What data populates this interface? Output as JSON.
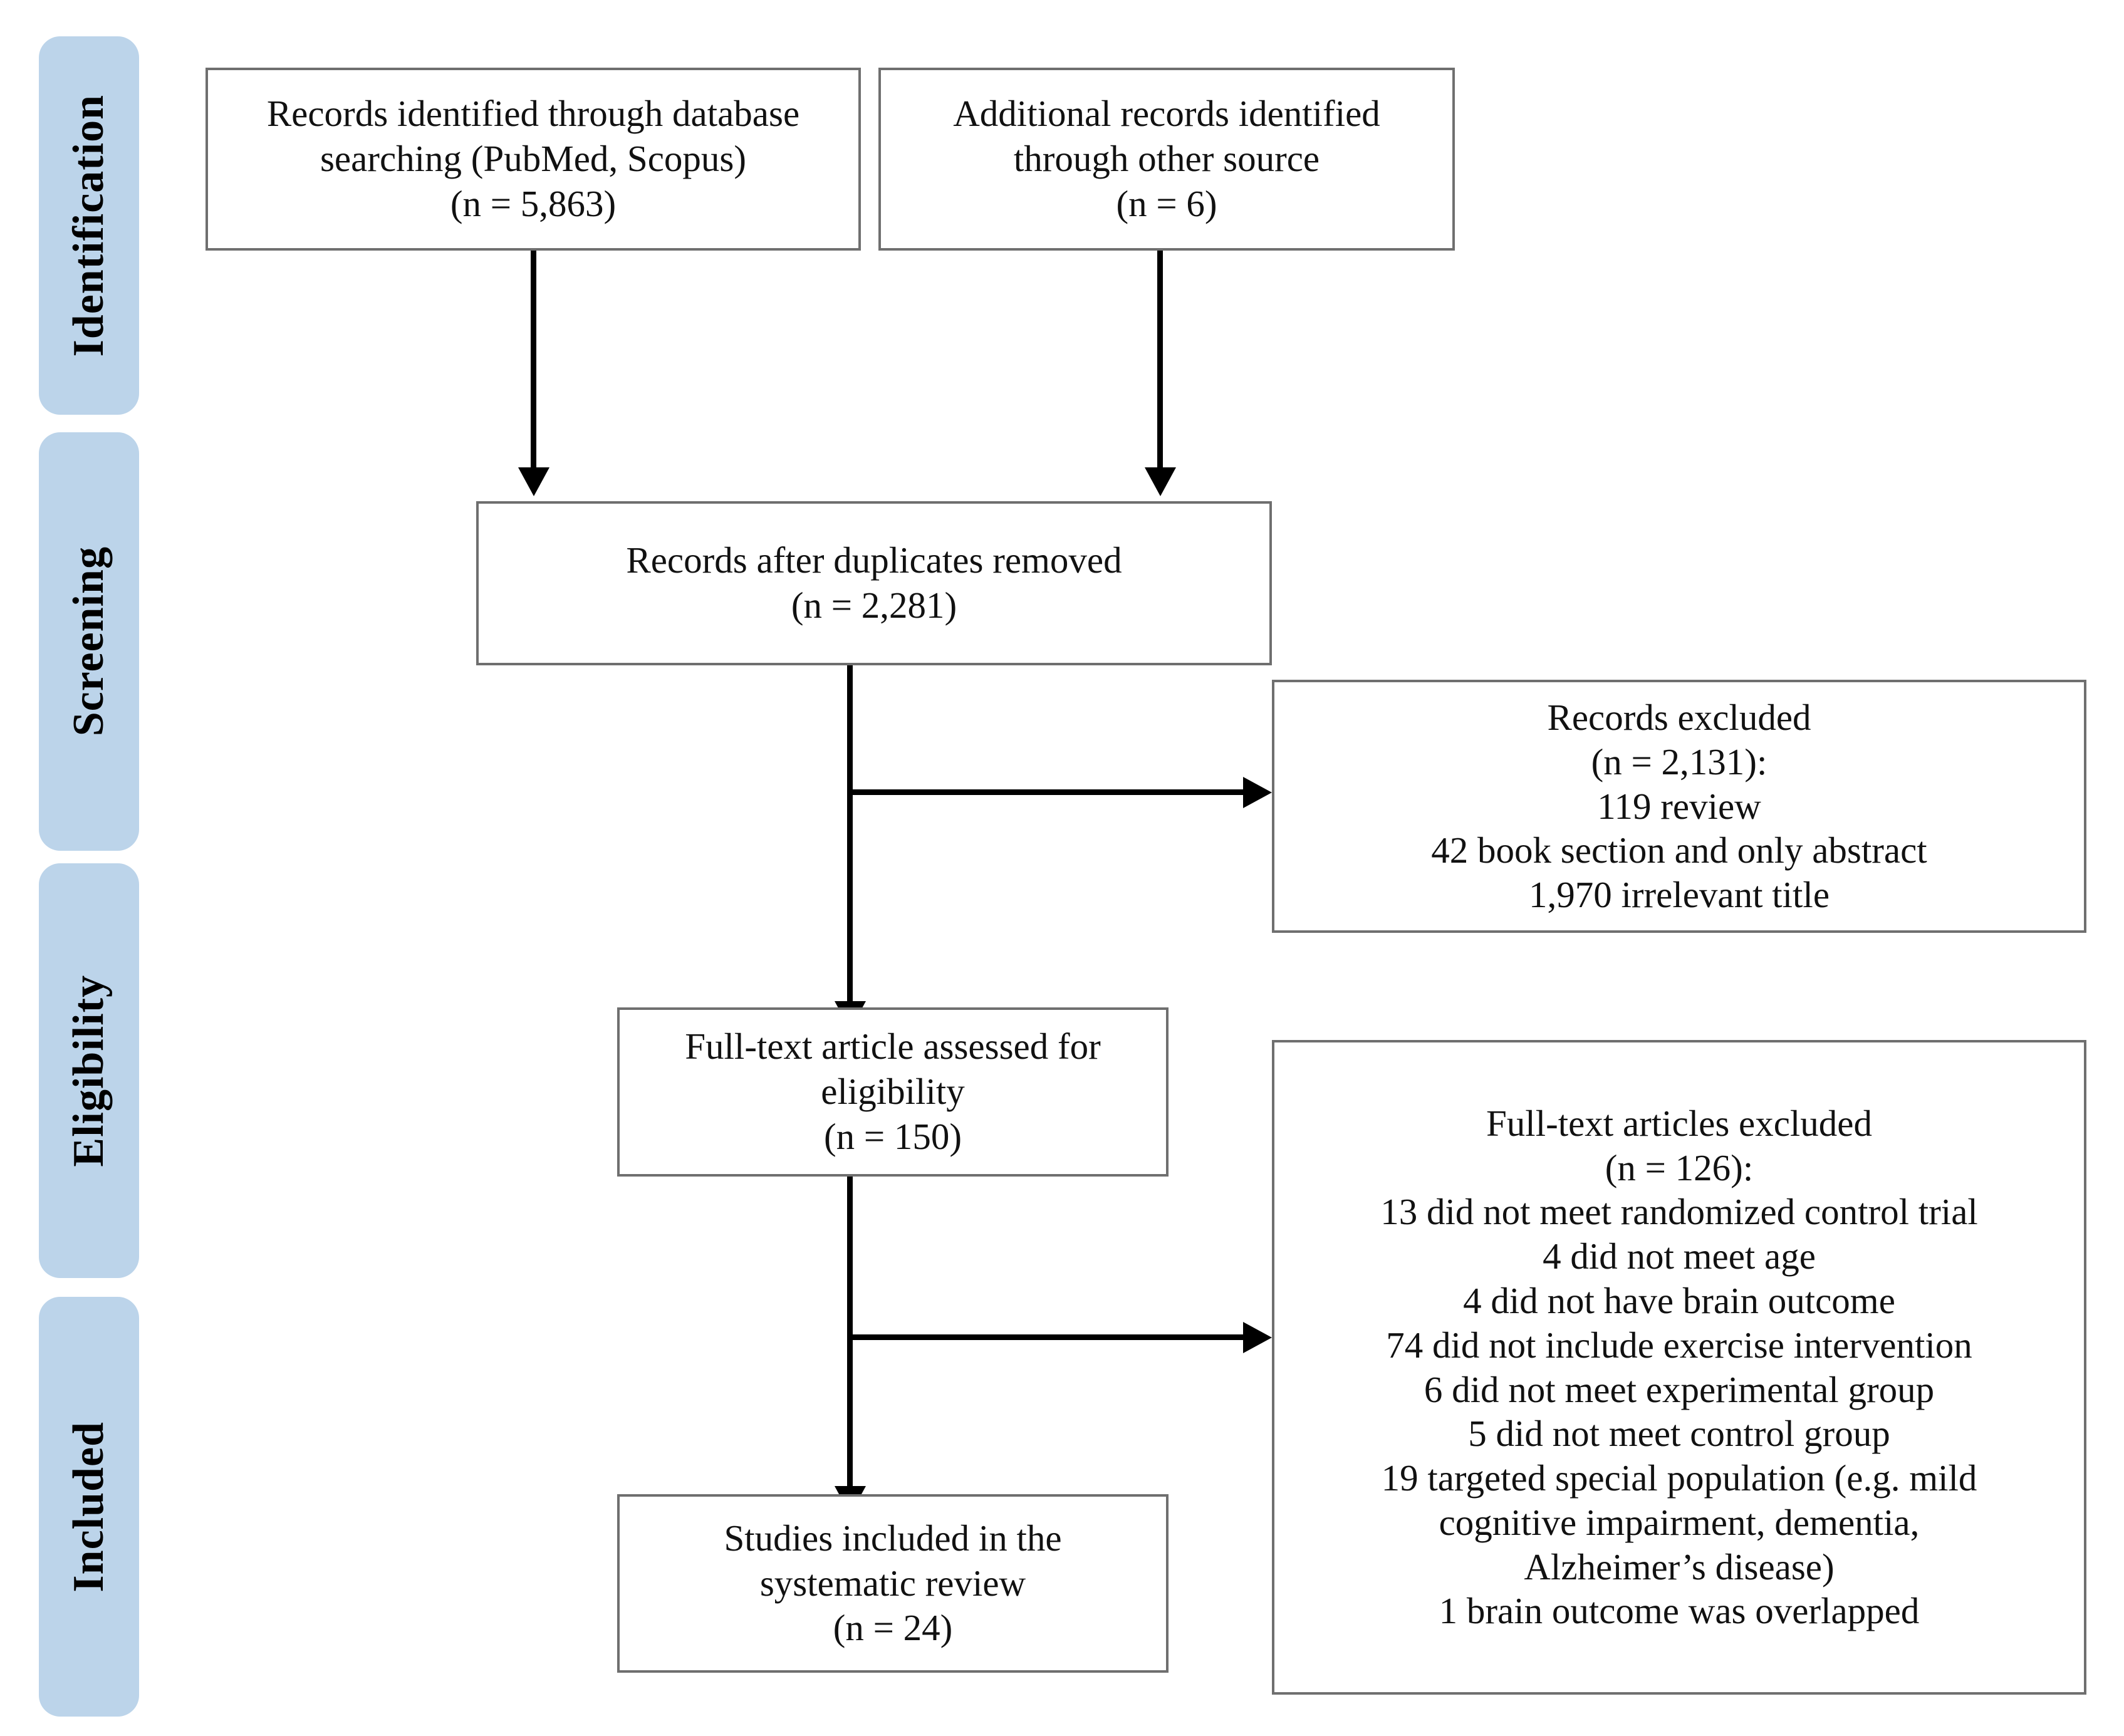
{
  "diagram": {
    "title": "PRISMA flow diagram",
    "accent_color": "#bcd4ea",
    "box_border_color": "#6f6f6f",
    "connector_color": "#000000",
    "background_color": "#ffffff"
  },
  "stages": [
    {
      "id": "identification",
      "label": "Identification"
    },
    {
      "id": "screening",
      "label": "Screening"
    },
    {
      "id": "eligibility",
      "label": "Eligibility"
    },
    {
      "id": "included",
      "label": "Included"
    }
  ],
  "boxes": {
    "database_records": {
      "text": "Records identified through database\nsearching (PubMed, Scopus)\n(n = 5,863)",
      "count": 5863,
      "sources": [
        "PubMed",
        "Scopus"
      ]
    },
    "other_records": {
      "text": "Additional records identified\nthrough other source\n(n = 6)",
      "count": 6
    },
    "after_duplicates": {
      "text": "Records after duplicates removed\n(n = 2,281)",
      "count": 2281
    },
    "records_excluded": {
      "text": "Records excluded\n(n = 2,131):\n119 review\n42 book section and only abstract\n1,970 irrelevant title",
      "count": 2131,
      "reasons": [
        {
          "n": 119,
          "reason": "review"
        },
        {
          "n": 42,
          "reason": "book section and only abstract"
        },
        {
          "n": 1970,
          "reason": "irrelevant title"
        }
      ]
    },
    "fulltext_assessed": {
      "text": "Full-text article assessed for\neligibility\n(n = 150)",
      "count": 150
    },
    "fulltext_excluded": {
      "text": "Full-text articles excluded\n(n = 126):\n13 did not meet randomized control trial\n4 did not meet age\n4 did not have brain outcome\n74 did not include exercise intervention\n6 did not meet experimental group\n5 did not meet control group\n19 targeted special population (e.g. mild\ncognitive impairment, dementia,\nAlzheimer’s disease)\n1 brain outcome was overlapped",
      "count": 126,
      "reasons": [
        {
          "n": 13,
          "reason": "did not meet randomized control trial"
        },
        {
          "n": 4,
          "reason": "did not meet age"
        },
        {
          "n": 4,
          "reason": "did not have brain outcome"
        },
        {
          "n": 74,
          "reason": "did not include exercise intervention"
        },
        {
          "n": 6,
          "reason": "did not meet experimental group"
        },
        {
          "n": 5,
          "reason": "did not meet control group"
        },
        {
          "n": 19,
          "reason": "targeted special population (e.g. mild cognitive impairment, dementia, Alzheimer’s disease)"
        },
        {
          "n": 1,
          "reason": "brain outcome was overlapped"
        }
      ]
    },
    "studies_included": {
      "text": "Studies included in the\nsystematic review\n(n = 24)",
      "count": 24
    }
  }
}
